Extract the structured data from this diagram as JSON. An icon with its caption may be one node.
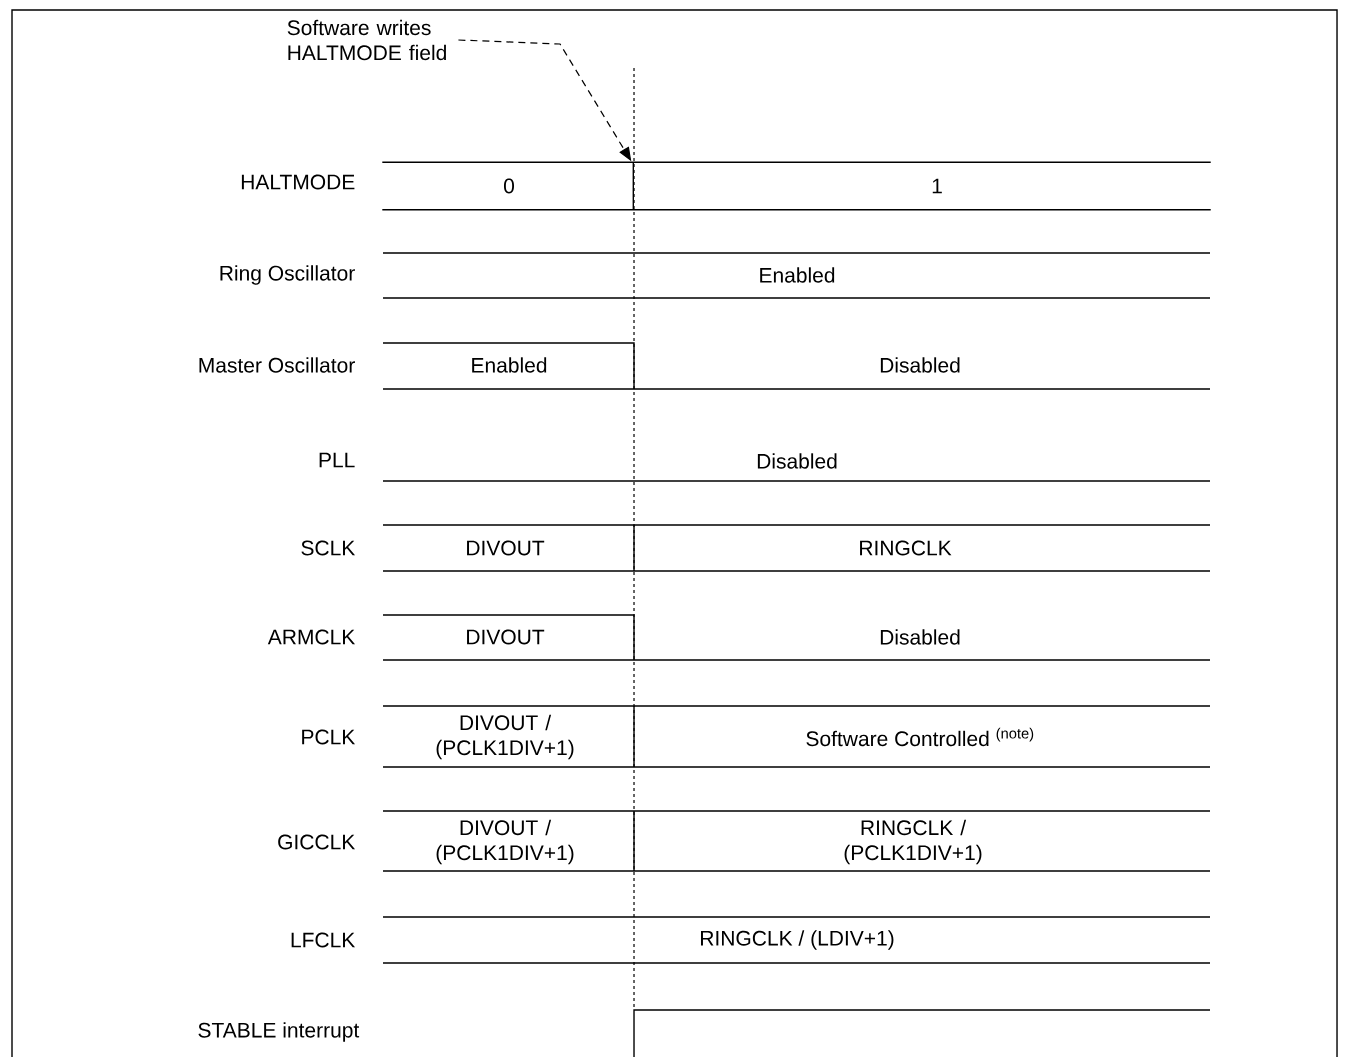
{
  "diagram": {
    "nodes": [
      {
        "text": [
          "Software writes HALTMODE field"
        ]
      },
      {
        "text": [],
        "shape": "bar"
      }
    ],
    "edges": [
      {
        "from": 0,
        "to": 1,
        "arrow": "to",
        "style": "dashed"
      }
    ],
    "labels": [
      "HALTMODE",
      "0",
      "1",
      "Ring Oscillator",
      "Enabled",
      "Master Oscillator",
      "Enabled",
      "Disabled",
      "PLL",
      "Disabled",
      "SCLK",
      "DIVOUT",
      "RINGCLK",
      "ARMCLK",
      "DIVOUT",
      "Disabled",
      "PCLK",
      "DIVOUT / (PCLK1DIV+1)",
      "Software Controlled $^{(note)}$",
      "GICCLK",
      "DIVOUT / (PCLK1DIV+1)",
      "RINGCLK / (PCLK1DIV+1)",
      "LFCLK",
      "RINGCLK / (LDIV+1)",
      "STABLE interrupt"
    ]
  }
}
